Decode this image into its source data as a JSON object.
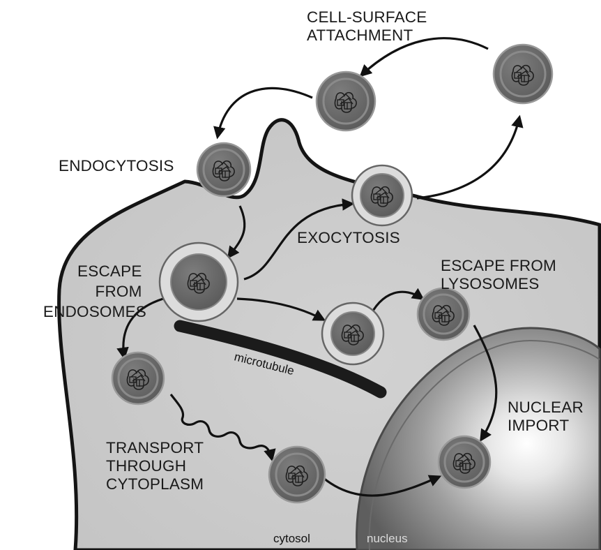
{
  "labels": {
    "cell_surface_attachment": [
      "CELL-SURFACE",
      "ATTACHMENT"
    ],
    "endocytosis": "ENDOCYTOSIS",
    "exocytosis": "EXOCYTOSIS",
    "escape_from_endosomes": [
      "ESCAPE",
      "FROM",
      "ENDOSOMES"
    ],
    "escape_from_lysosomes": [
      "ESCAPE FROM",
      "LYSOSOMES"
    ],
    "microtubule": "microtubule",
    "nuclear_import": [
      "NUCLEAR",
      "IMPORT"
    ],
    "transport_through_cytoplasm": [
      "TRANSPORT",
      "THROUGH",
      "CYTOPLASM"
    ],
    "cytosol": "cytosol",
    "nucleus": "nucleus"
  },
  "colors": {
    "cell_fill": "#c9c9c9",
    "cell_outline": "#141414",
    "particle_fill": "#6f6f6f",
    "particle_ring": "#b9b9b9",
    "vesicle_fill": "#dedede",
    "nucleus_fill": "#8f8f8f",
    "nucleus_label": "#d8d8d8"
  }
}
